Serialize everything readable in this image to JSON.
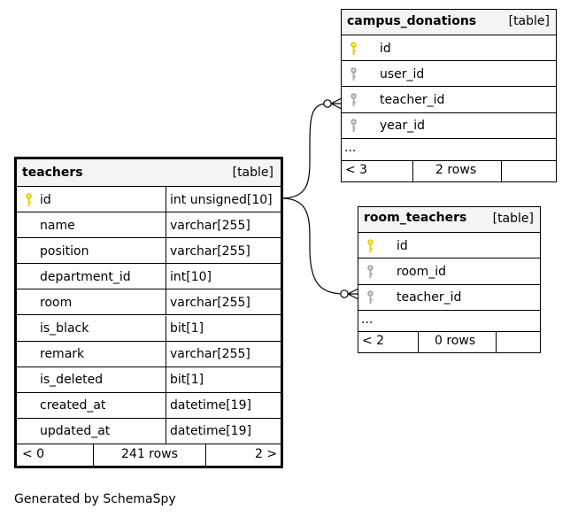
{
  "tables": {
    "teachers": {
      "name": "teachers",
      "tag": "[table]",
      "columns": [
        {
          "name": "id",
          "type": "int unsigned[10]",
          "key": "primary"
        },
        {
          "name": "name",
          "type": "varchar[255]",
          "key": "none"
        },
        {
          "name": "position",
          "type": "varchar[255]",
          "key": "none"
        },
        {
          "name": "department_id",
          "type": "int[10]",
          "key": "none"
        },
        {
          "name": "room",
          "type": "varchar[255]",
          "key": "none"
        },
        {
          "name": "is_black",
          "type": "bit[1]",
          "key": "none"
        },
        {
          "name": "remark",
          "type": "varchar[255]",
          "key": "none"
        },
        {
          "name": "is_deleted",
          "type": "bit[1]",
          "key": "none"
        },
        {
          "name": "created_at",
          "type": "datetime[19]",
          "key": "none"
        },
        {
          "name": "updated_at",
          "type": "datetime[19]",
          "key": "none"
        }
      ],
      "footer": {
        "parents": "< 0",
        "rows": "241 rows",
        "children": "2 >"
      }
    },
    "campus_donations": {
      "name": "campus_donations",
      "tag": "[table]",
      "columns": [
        {
          "name": "id",
          "key": "primary"
        },
        {
          "name": "user_id",
          "key": "foreign"
        },
        {
          "name": "teacher_id",
          "key": "foreign"
        },
        {
          "name": "year_id",
          "key": "foreign"
        }
      ],
      "ellipsis": "...",
      "footer": {
        "parents": "< 3",
        "rows": "2 rows"
      }
    },
    "room_teachers": {
      "name": "room_teachers",
      "tag": "[table]",
      "columns": [
        {
          "name": "id",
          "key": "primary"
        },
        {
          "name": "room_id",
          "key": "foreign"
        },
        {
          "name": "teacher_id",
          "key": "foreign"
        }
      ],
      "ellipsis": "...",
      "footer": {
        "parents": "< 2",
        "rows": "0 rows"
      }
    }
  },
  "colors": {
    "primary_key": "#e6d200",
    "foreign_key": "#aaaaaa",
    "header_bg": "#f4f4f4"
  },
  "generated_by": "Generated by SchemaSpy"
}
